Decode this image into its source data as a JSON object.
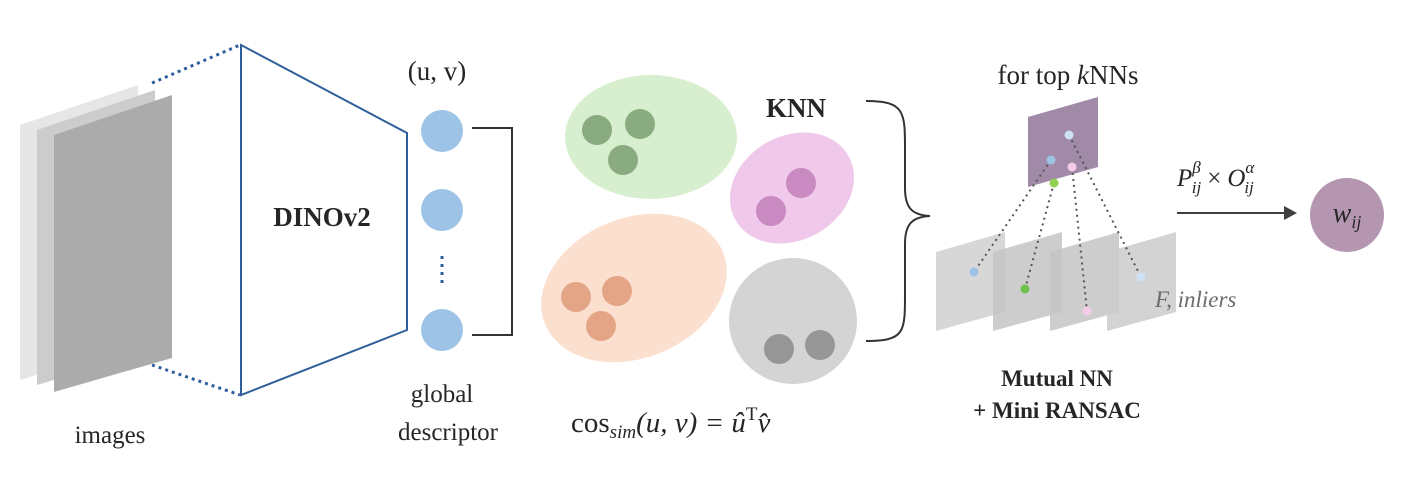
{
  "labels": {
    "images": "images",
    "backbone": "DINOv2",
    "descriptor_pair": "(u, v)",
    "global_descriptor_line1": "global",
    "global_descriptor_line2": "descriptor",
    "vertical_dots": "⋮",
    "cos_sim_prefix": "cos",
    "cos_sim_sub": "sim",
    "cos_sim_args": "(u, v) = ",
    "cos_sim_u": "û",
    "cos_sim_T": "T",
    "cos_sim_v": "v̂",
    "knn": "KNN",
    "top_knn_prefix": "for top ",
    "top_knn_k": "k",
    "top_knn_suffix": "NNs",
    "f_inliers": "F, inliers",
    "mutual_nn": "Mutual NN",
    "mini_ransac": "+ Mini RANSAC",
    "weight_formula_P": "P",
    "weight_formula_P_sup": "β",
    "weight_formula_P_sub": "ij",
    "weight_formula_times": "×",
    "weight_formula_O": "O",
    "weight_formula_O_sup": "α",
    "weight_formula_O_sub": "ij",
    "weight_w": "w",
    "weight_w_sub": "ij"
  },
  "colors": {
    "network_outline": "#2e5f9a",
    "descriptor_node": "#9dc3e6",
    "cluster_green_fill": "#d8efcf",
    "cluster_green_dot": "#8aaa7f",
    "cluster_pink_fill": "#f0c8ea",
    "cluster_pink_dot": "#c88ac0",
    "cluster_orange_fill": "#fbe0d0",
    "cluster_orange_dot": "#e4a486",
    "cluster_gray_fill": "#d4d4d4",
    "cluster_gray_dot": "#969696",
    "query_plane": "#a08aa8",
    "weight_node": "#b496b0"
  }
}
